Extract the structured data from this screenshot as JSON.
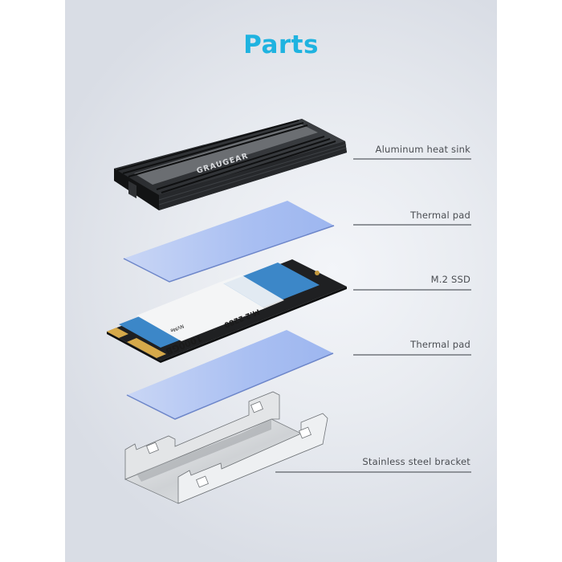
{
  "page": {
    "title": "Parts",
    "accent_color": "#1fb3e0"
  },
  "parts": [
    {
      "label": "Aluminum heat sink",
      "icon": "heatsink-image"
    },
    {
      "label": "Thermal pad",
      "icon": "thermal-pad-image"
    },
    {
      "label": "M.2 SSD",
      "icon": "ssd-image"
    },
    {
      "label": "Thermal pad",
      "icon": "thermal-pad-image"
    },
    {
      "label": "Stainless steel bracket",
      "icon": "bracket-image"
    }
  ],
  "heatsink": {
    "brand": "GRAUGEAR"
  },
  "ssd": {
    "capacity": "1000GB",
    "interface": "NVMe",
    "form_factor": "M.2 2280"
  }
}
